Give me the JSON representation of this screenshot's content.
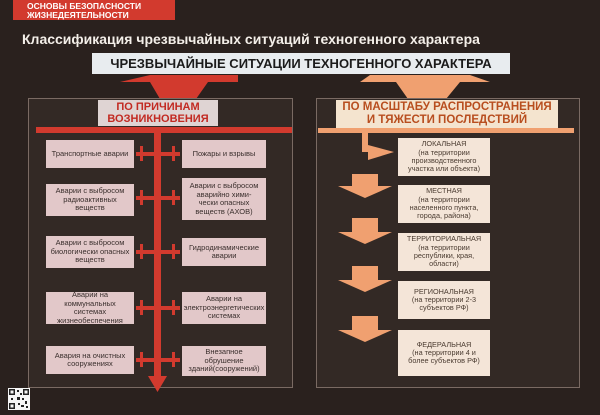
{
  "header": {
    "badge_line1": "ОСНОВЫ БЕЗОПАСНОСТИ",
    "badge_line2": "ЖИЗНЕДЕЯТЕЛЬНОСТИ",
    "title": "Классификация чрезвычайных ситуаций техногенного характера",
    "subtitle": "ЧРЕЗВЫЧАЙНЫЕ СИТУАЦИИ ТЕХНОГЕННОГО ХАРАКТЕРА"
  },
  "left": {
    "heading_line1": "ПО ПРИЧИНАМ",
    "heading_line2": "ВОЗНИКНОВЕНИЯ",
    "left_items": [
      "Транспортные аварии",
      "Аварии с выбросом радиоактивных веществ",
      "Аварии с выбросом биологически опасных веществ",
      "Аварии на коммунальных системах жизнеобеспечения",
      "Авария на очистных сооружениях"
    ],
    "right_items": [
      "Пожары и взрывы",
      "Аварии с выбросом аварийно хими- чески опасных веществ (АХОВ)",
      "Гидродинамические аварии",
      "Аварии на электроэнергетических системах",
      "Внезапное обрушение зданий(сооружений)"
    ]
  },
  "right": {
    "heading_line1": "ПО МАСШТАБУ РАСПРОСТРАНЕНИЯ",
    "heading_line2": "И ТЯЖЕСТИ ПОСЛЕДСТВИЙ",
    "items": [
      {
        "title": "ЛОКАЛЬНАЯ",
        "desc": "(на территории производственного участка или объекта)"
      },
      {
        "title": "МЕСТНАЯ",
        "desc": "(на территории населенного пункта, города, района)"
      },
      {
        "title": "ТЕРРИТОРИАЛЬНАЯ",
        "desc": "(на территории республики, края, области)"
      },
      {
        "title": "РЕГИОНАЛЬНАЯ",
        "desc": "(на территории 2-3 субъектов РФ)"
      },
      {
        "title": "ФЕДЕРАЛЬНАЯ",
        "desc": "(на территории 4 и более субъектов РФ)"
      }
    ]
  },
  "colors": {
    "background": "#2a211e",
    "red_accent": "#d23a2e",
    "orange_accent": "#f0a070"
  }
}
